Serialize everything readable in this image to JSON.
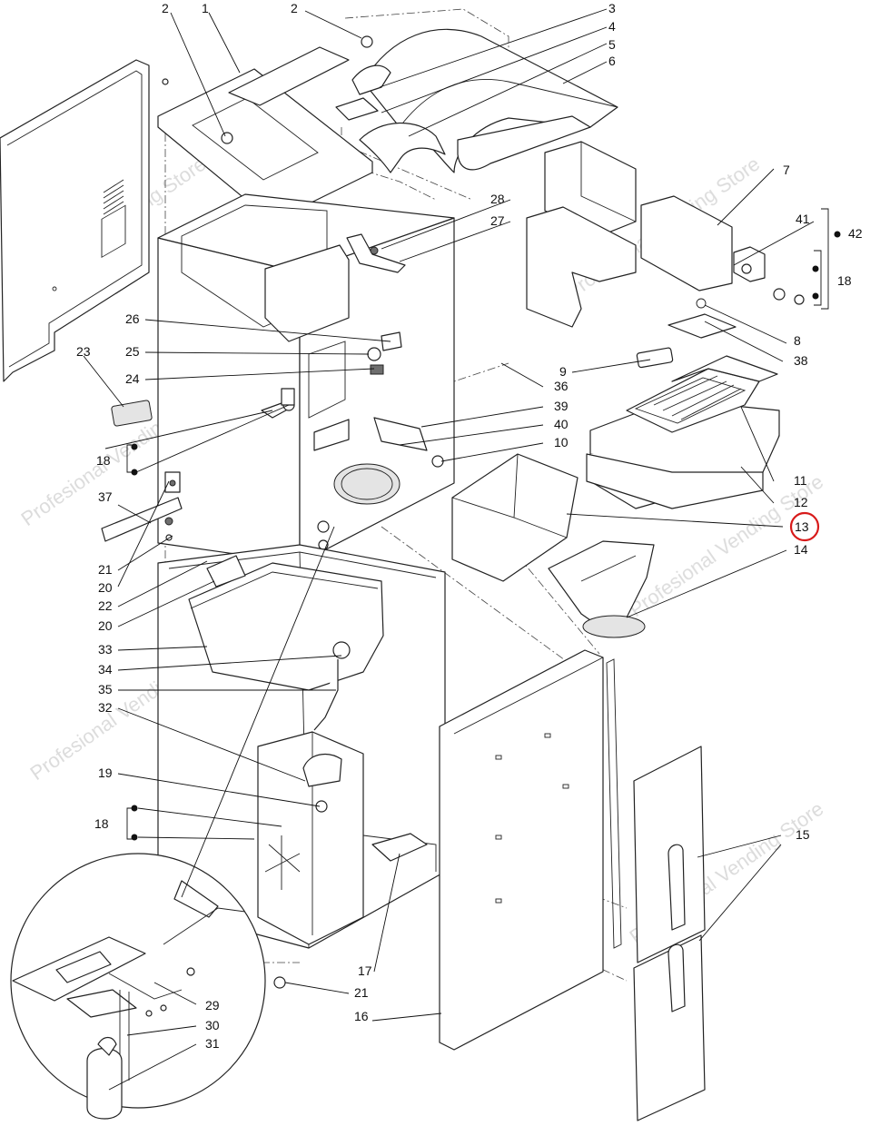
{
  "watermark": "Profesional Vending Store",
  "highlight_color": "#d81b1b",
  "highlighted_label": "13",
  "callouts": {
    "c1": "1",
    "c2a": "2",
    "c2b": "2",
    "c3": "3",
    "c4": "4",
    "c5": "5",
    "c6": "6",
    "c7": "7",
    "c8": "8",
    "c9": "9",
    "c10": "10",
    "c11": "11",
    "c12": "12",
    "c13": "13",
    "c14": "14",
    "c15": "15",
    "c16": "16",
    "c17": "17",
    "c18a": "18",
    "c18b": "18",
    "c18c": "18",
    "c19": "19",
    "c20a": "20",
    "c20b": "20",
    "c21a": "21",
    "c21b": "21",
    "c22": "22",
    "c23": "23",
    "c24": "24",
    "c25": "25",
    "c26": "26",
    "c27": "27",
    "c28": "28",
    "c29": "29",
    "c30": "30",
    "c31": "31",
    "c32": "32",
    "c33": "33",
    "c34": "34",
    "c35": "35",
    "c36": "36",
    "c37": "37",
    "c38": "38",
    "c39": "39",
    "c40": "40",
    "c41": "41",
    "c42": "42"
  }
}
